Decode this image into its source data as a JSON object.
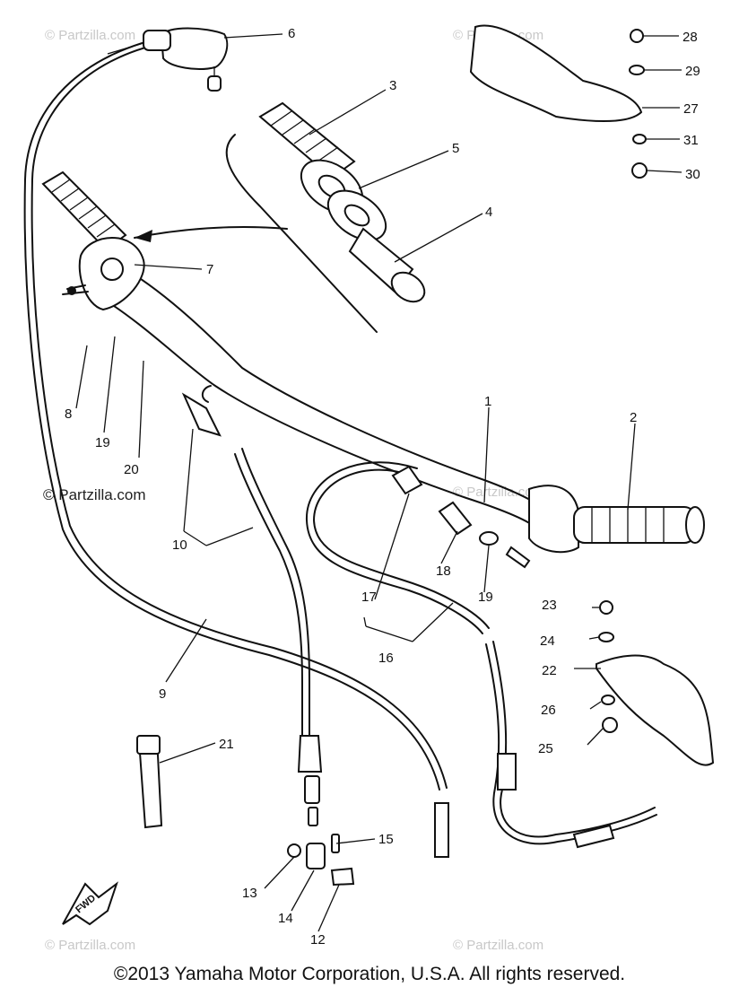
{
  "diagram": {
    "watermark_text": "© Partzilla.com",
    "watermark_bold_text": "© Partzilla.com",
    "fwd_label": "FWD",
    "callouts": [
      "1",
      "2",
      "3",
      "4",
      "5",
      "6",
      "7",
      "8",
      "9",
      "10",
      "12",
      "13",
      "14",
      "15",
      "16",
      "17",
      "18",
      "19",
      "20",
      "21",
      "22",
      "23",
      "24",
      "25",
      "26",
      "27",
      "28",
      "29",
      "30",
      "31"
    ],
    "second_19_label": "19"
  },
  "footer": {
    "copyright": "©2013  Yamaha Motor Corporation, U.S.A. All rights reserved."
  }
}
